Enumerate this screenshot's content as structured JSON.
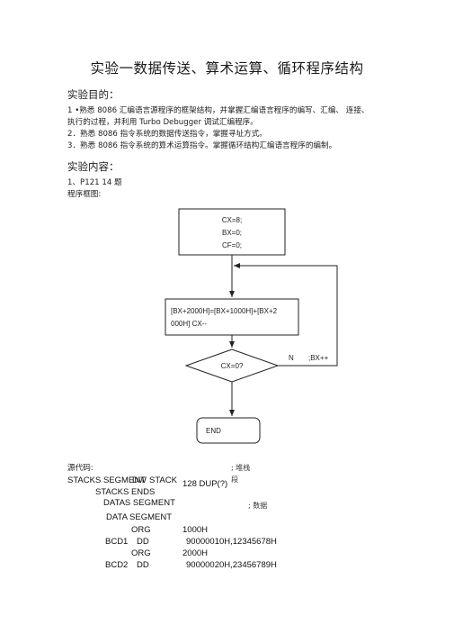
{
  "title": "实验一数据传送、算术运算、循环程序结构",
  "section1": {
    "heading": "实验目的：",
    "lines": [
      "1 •熟悉 8086 汇编语言源程序的框架结构，并掌握汇编语言程序的编写、汇编、 连接、",
      "执行的过程，并利用 Turbo Debugger 调试汇编程序。",
      "2．熟悉 8086 指令系统的数据传送指令，掌握寻址方式。",
      "3．熟悉 8086 指令系统的算术运算指令。掌握循环结构汇编语言程序的编制。"
    ]
  },
  "section2": {
    "heading": "实验内容：",
    "item": "1、P121 14 题",
    "caption": "程序框图:"
  },
  "flowchart": {
    "init_lines": [
      "CX=8;",
      "BX=0;",
      "CF=0;"
    ],
    "process_lines": [
      "[BX+2000H]=[BX+1000H]+[BX+2",
      "000H] CX--"
    ],
    "decision": "CX=0?",
    "no_label": "N",
    "no_action": ";BX++",
    "end": "END"
  },
  "source": {
    "label": "源代码:",
    "comment_stack": "; 堆栈",
    "comment_stack2": "段",
    "comment_data": "; 数据",
    "lines": [
      {
        "a": "STACKS SEGMENT",
        "b": "DW",
        "c": "STACK"
      },
      {
        "a": "128 DUP(?)"
      },
      {
        "a": "STACKS ENDS"
      },
      {
        "a": "DATAS SEGMENT"
      },
      {
        "a": "DATA SEGMENT"
      },
      {
        "a": "ORG",
        "b": "1000H"
      },
      {
        "a": "BCD1",
        "b": "DD",
        "c": "90000010H,12345678H"
      },
      {
        "a": "ORG",
        "b": "2000H"
      },
      {
        "a": "BCD2",
        "b": "DD",
        "c": "90000020H,23456789H"
      }
    ]
  }
}
